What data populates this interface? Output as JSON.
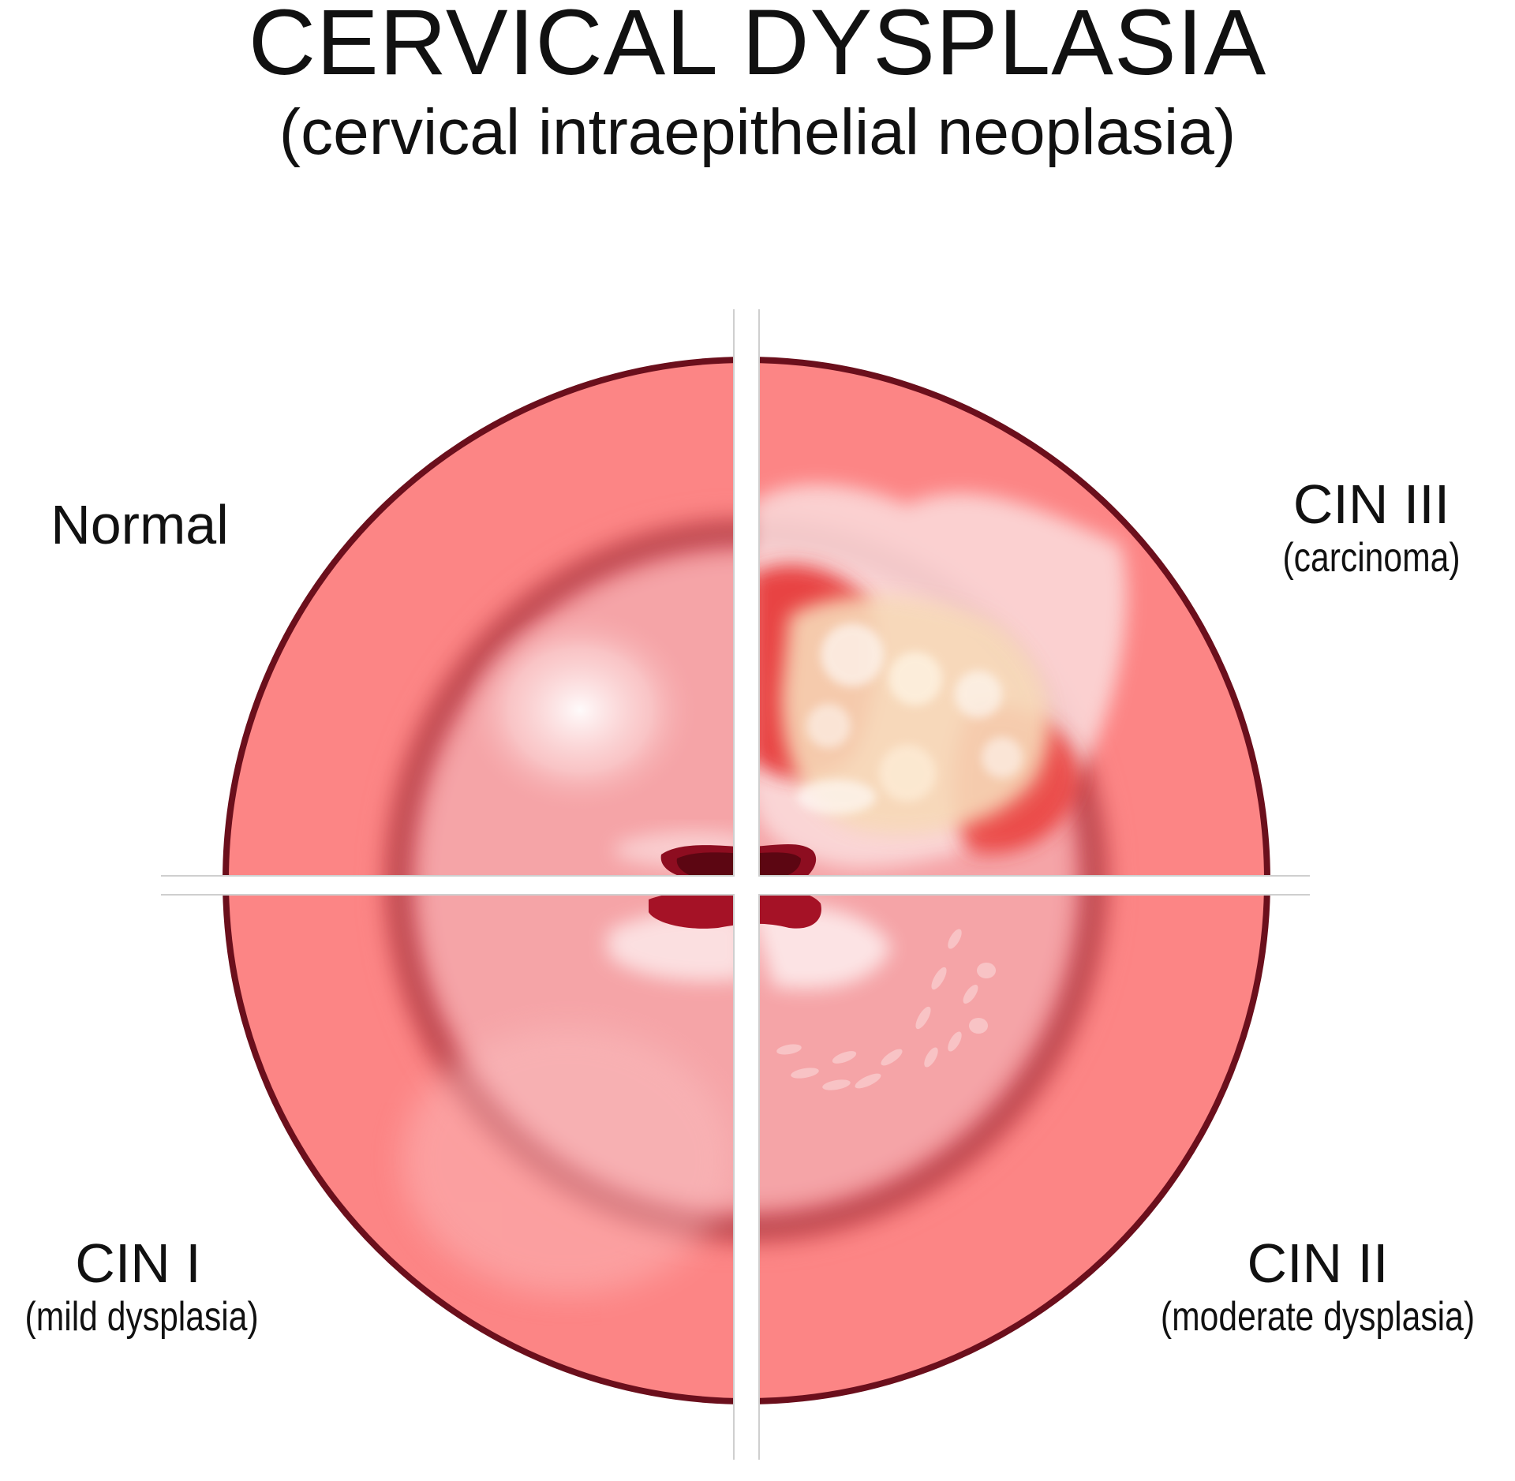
{
  "title": "CERVICAL DYSPLASIA",
  "subtitle": "(cervical intraepithelial neoplasia)",
  "quadrants": {
    "normal": {
      "label": "Normal"
    },
    "cin3": {
      "label": "CIN III",
      "description": "(carcinoma)"
    },
    "cin1": {
      "label": "CIN I",
      "description": "(mild dysplasia)"
    },
    "cin2": {
      "label": "CIN II",
      "description": "(moderate dysplasia)"
    }
  },
  "colors": {
    "outer_ring": "#fc8585",
    "rim": "#6b0f1c",
    "inner_ring_dark": "#a30d1c",
    "cervix_face": "#f6a9ab",
    "cervix_highlight": "#fdf0f0",
    "os": "#a51226",
    "lesion_red": "#e0322e",
    "lesion_pale": "#f7d9b8",
    "divider": "#ffffff",
    "divider_shadow": "#cfcfcf"
  }
}
